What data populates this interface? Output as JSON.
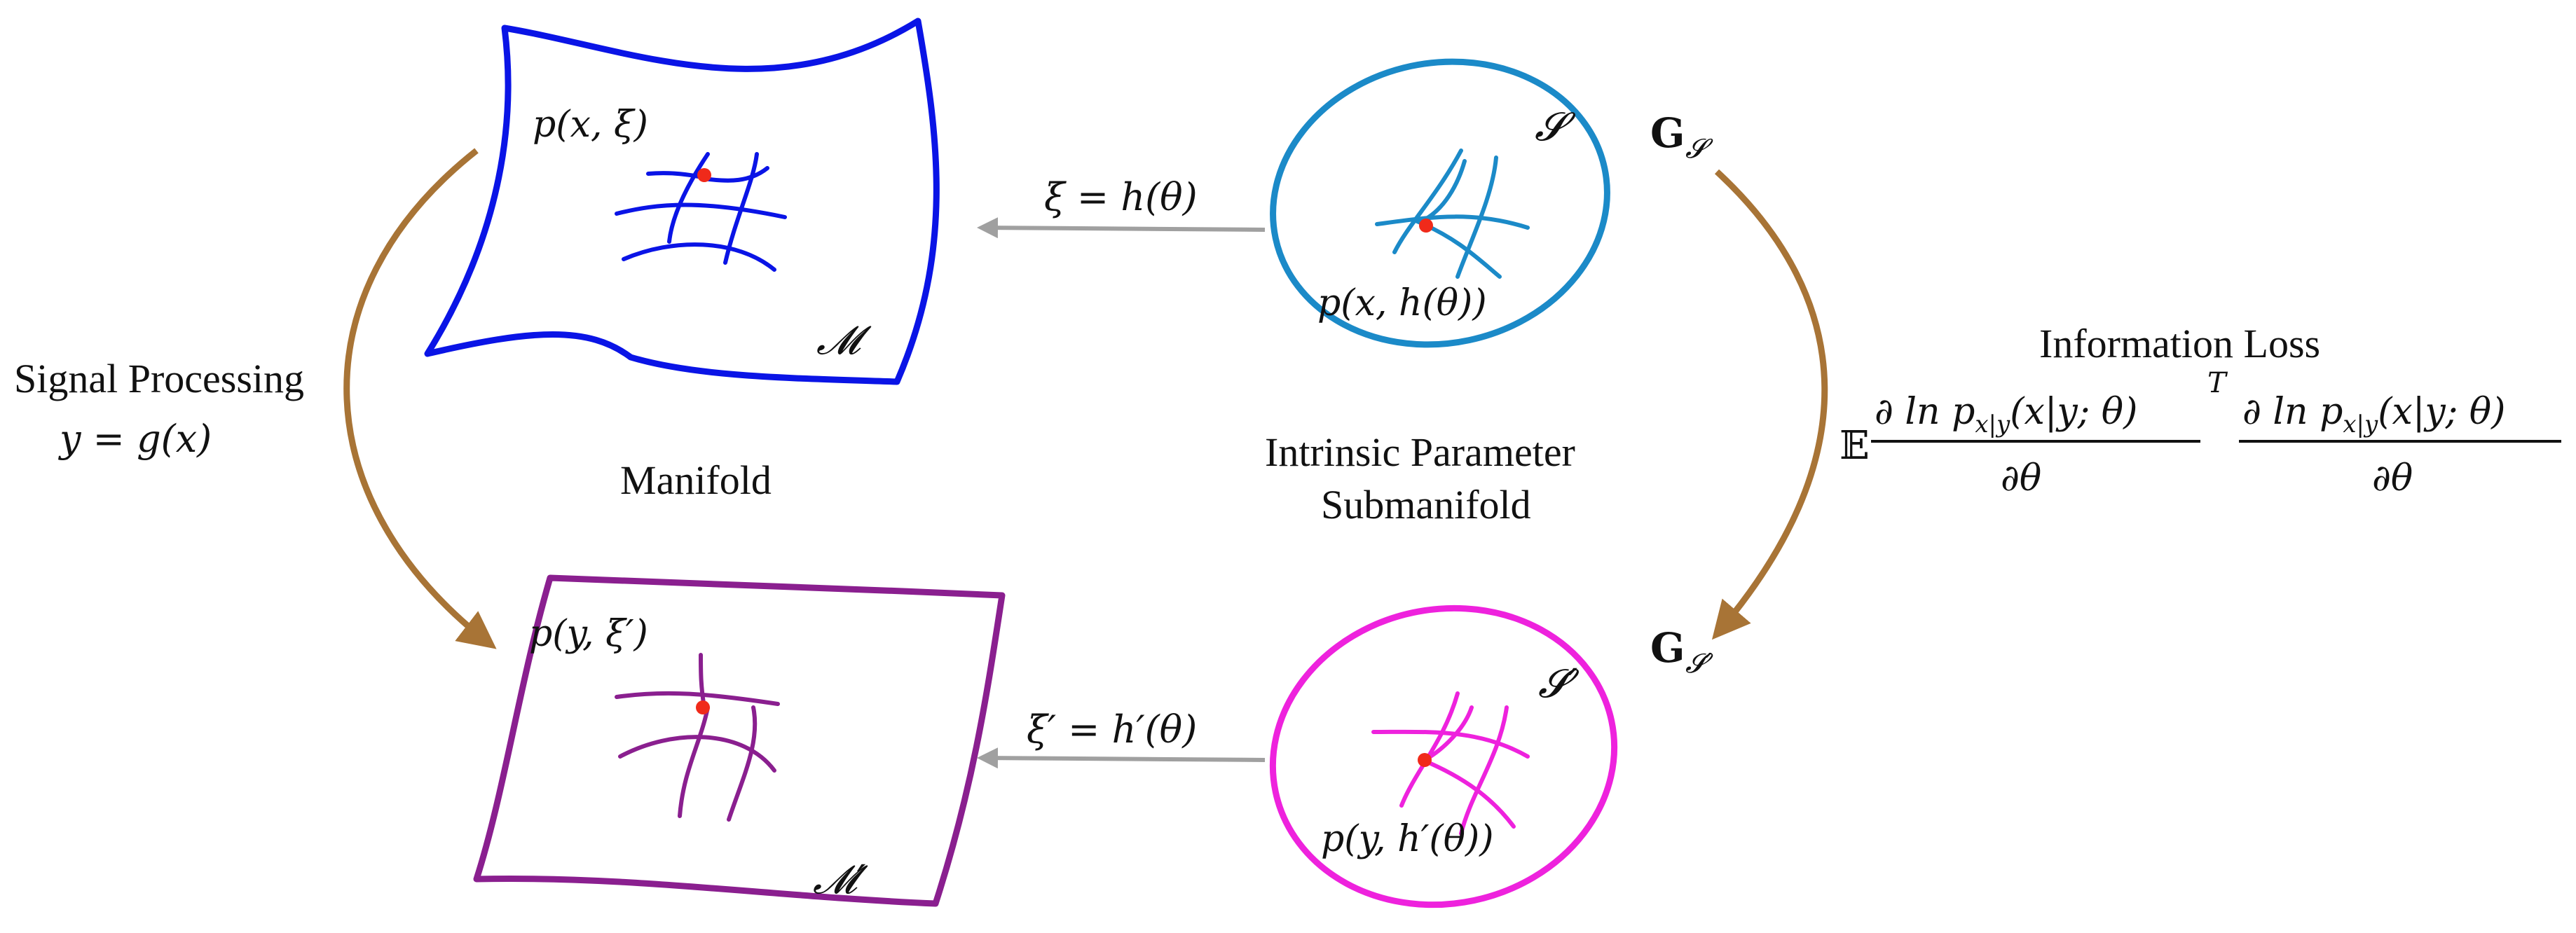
{
  "labels": {
    "manifold": "Manifold",
    "submanifold_line1": "Intrinsic Parameter",
    "submanifold_line2": "Submanifold",
    "signal_processing": "Signal Processing",
    "signal_eq": "y = g(x)",
    "information_loss": "Information Loss",
    "M": "𝓜",
    "M_prime": "𝓜′",
    "S": "𝓢",
    "S_prime": "𝓢′",
    "G_S": "G",
    "G_S_sub": "𝓢",
    "G_Sp": "G",
    "G_Sp_sub": "𝓢′",
    "p_x_xi": "p(x, ξ)",
    "p_y_xip": "p(y, ξ′)",
    "p_x_h": "p(x, h(θ))",
    "p_y_hp": "p(y, h′(θ))",
    "xi_eq": "ξ = h(θ)",
    "xip_eq": "ξ′ = h′(θ)",
    "formula": {
      "E": "𝔼",
      "num1": "∂ ln p",
      "num1_sub": "x|y",
      "num1_arg": "(x|y; θ)",
      "den1": "∂θ",
      "T": "T",
      "num2": "∂ ln p",
      "num2_sub": "x|y",
      "num2_arg": "(x|y; θ)",
      "den2": "∂θ"
    }
  },
  "colors": {
    "manifold_blue": "#0a14e6",
    "manifold_purple": "#8a1f8f",
    "sub_blue": "#1b8ac8",
    "sub_magenta": "#ee22dd",
    "arrow_brown": "#a87436",
    "arrow_gray": "#a0a0a0",
    "point_red": "#f02a1a",
    "text": "#111111"
  }
}
